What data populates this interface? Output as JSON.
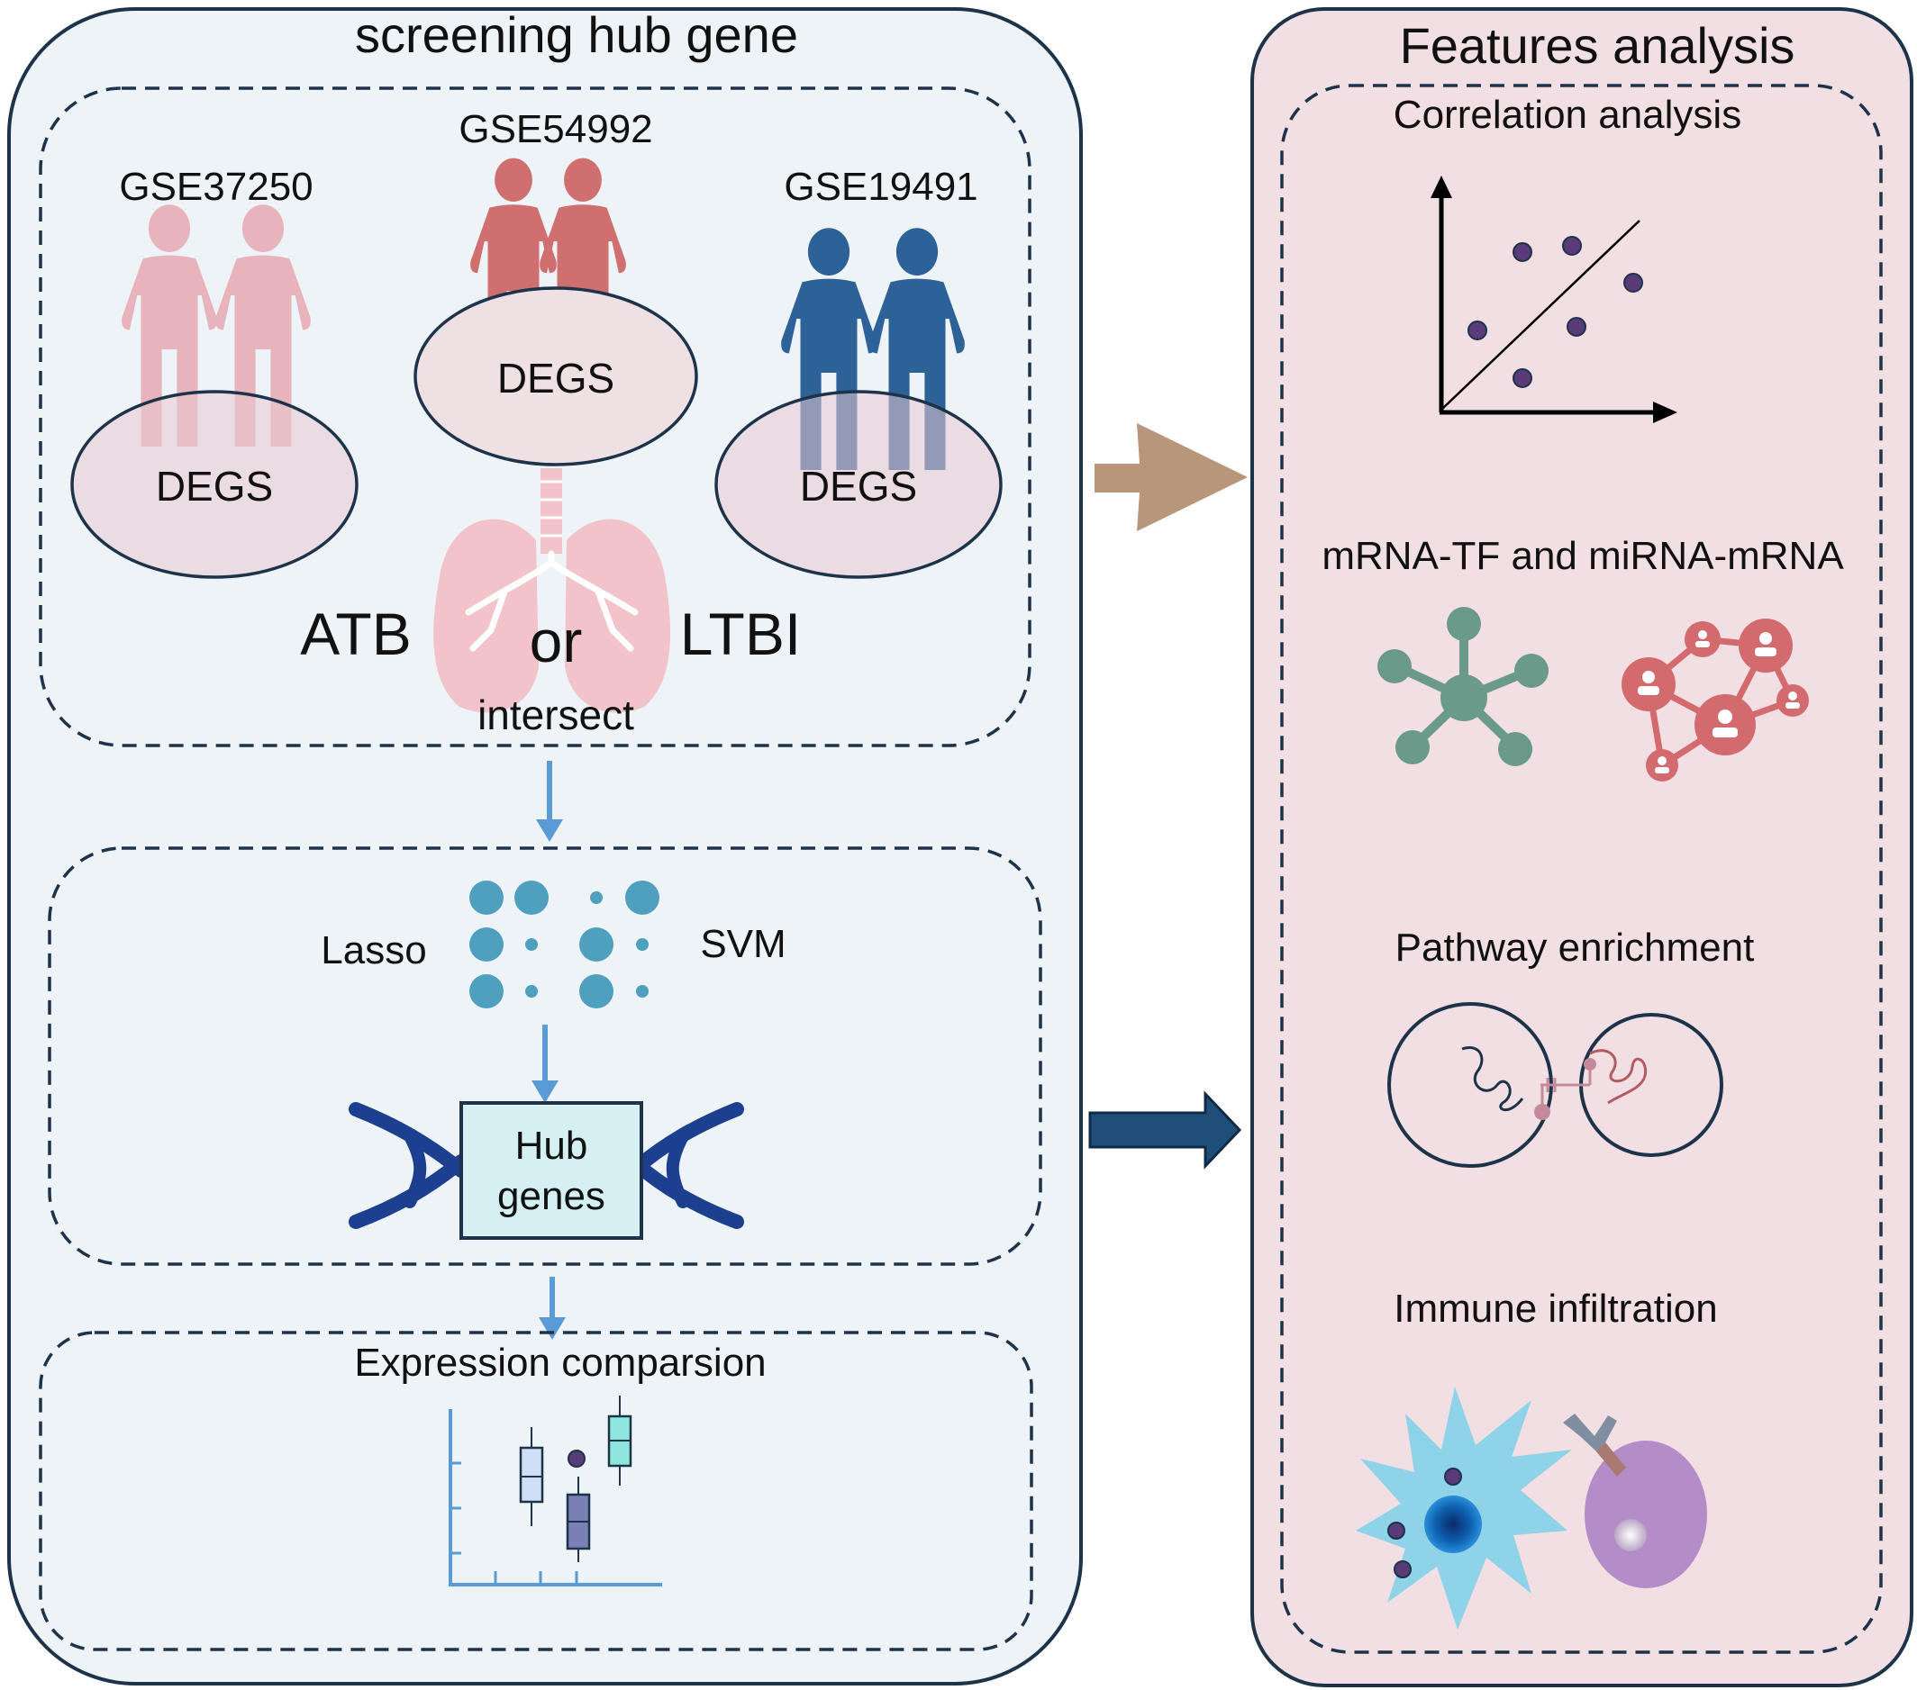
{
  "left_panel": {
    "title": "screening hub gene",
    "datasets": [
      {
        "name": "GSE37250",
        "degs_label": "DEGS",
        "person_color": "#e8b4bc"
      },
      {
        "name": "GSE54992",
        "degs_label": "DEGS",
        "person_color": "#cf6f6f"
      },
      {
        "name": "GSE19491",
        "degs_label": "DEGS",
        "person_color": "#2d6299"
      }
    ],
    "atb_label": "ATB",
    "or_label": "or",
    "ltbi_label": "LTBI",
    "intersect_label": "intersect",
    "lasso_label": "Lasso",
    "svm_label": "SVM",
    "hub_line1": "Hub",
    "hub_line2": "genes",
    "expression_label": "Expression comparsion"
  },
  "right_panel": {
    "title": "Features analysis",
    "correlation_label": "Correlation analysis",
    "network_label": "mRNA-TF and miRNA-mRNA",
    "pathway_label": "Pathway enrichment",
    "immune_label": "Immune infiltration"
  },
  "colors": {
    "left_bg": "#eef3f8",
    "right_bg": "#f1dfe3",
    "border": "#1d3349",
    "blue_arrow": "#5b9bd5",
    "tan_arrow": "#b8967a",
    "navy_arrow": "#1f4e79",
    "dot_teal": "#4f9fbe",
    "dna_blue": "#1d3f8f",
    "hub_box": "#d4f0f3",
    "lung_pink": "#f2c3c8",
    "degs_ellipse": "#efe0e3",
    "network_green": "#6a9a8a",
    "network_red": "#d36a6e",
    "cell_cyan": "#8fd3e8",
    "cell_purple": "#b48cc7"
  }
}
